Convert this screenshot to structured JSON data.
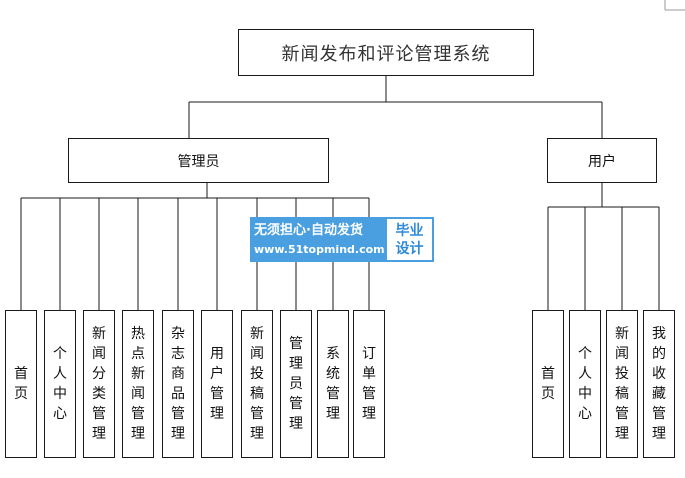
{
  "root": {
    "label": "新闻发布和评论管理系统"
  },
  "admin": {
    "label": "管理员",
    "items": [
      "首页",
      "个人中心",
      "新闻分类管理",
      "热点新闻管理",
      "杂志商品管理",
      "用户管理",
      "新闻投稿管理",
      "管理员管理",
      "系统管理",
      "订单管理"
    ]
  },
  "user": {
    "label": "用户",
    "items": [
      "首页",
      "个人中心",
      "新闻投稿管理",
      "我的收藏管理"
    ]
  },
  "watermark": {
    "line1": "无须担心·自动发货",
    "line2": "www.51topmind.com",
    "badge_line1": "毕业",
    "badge_line2": "设计"
  }
}
